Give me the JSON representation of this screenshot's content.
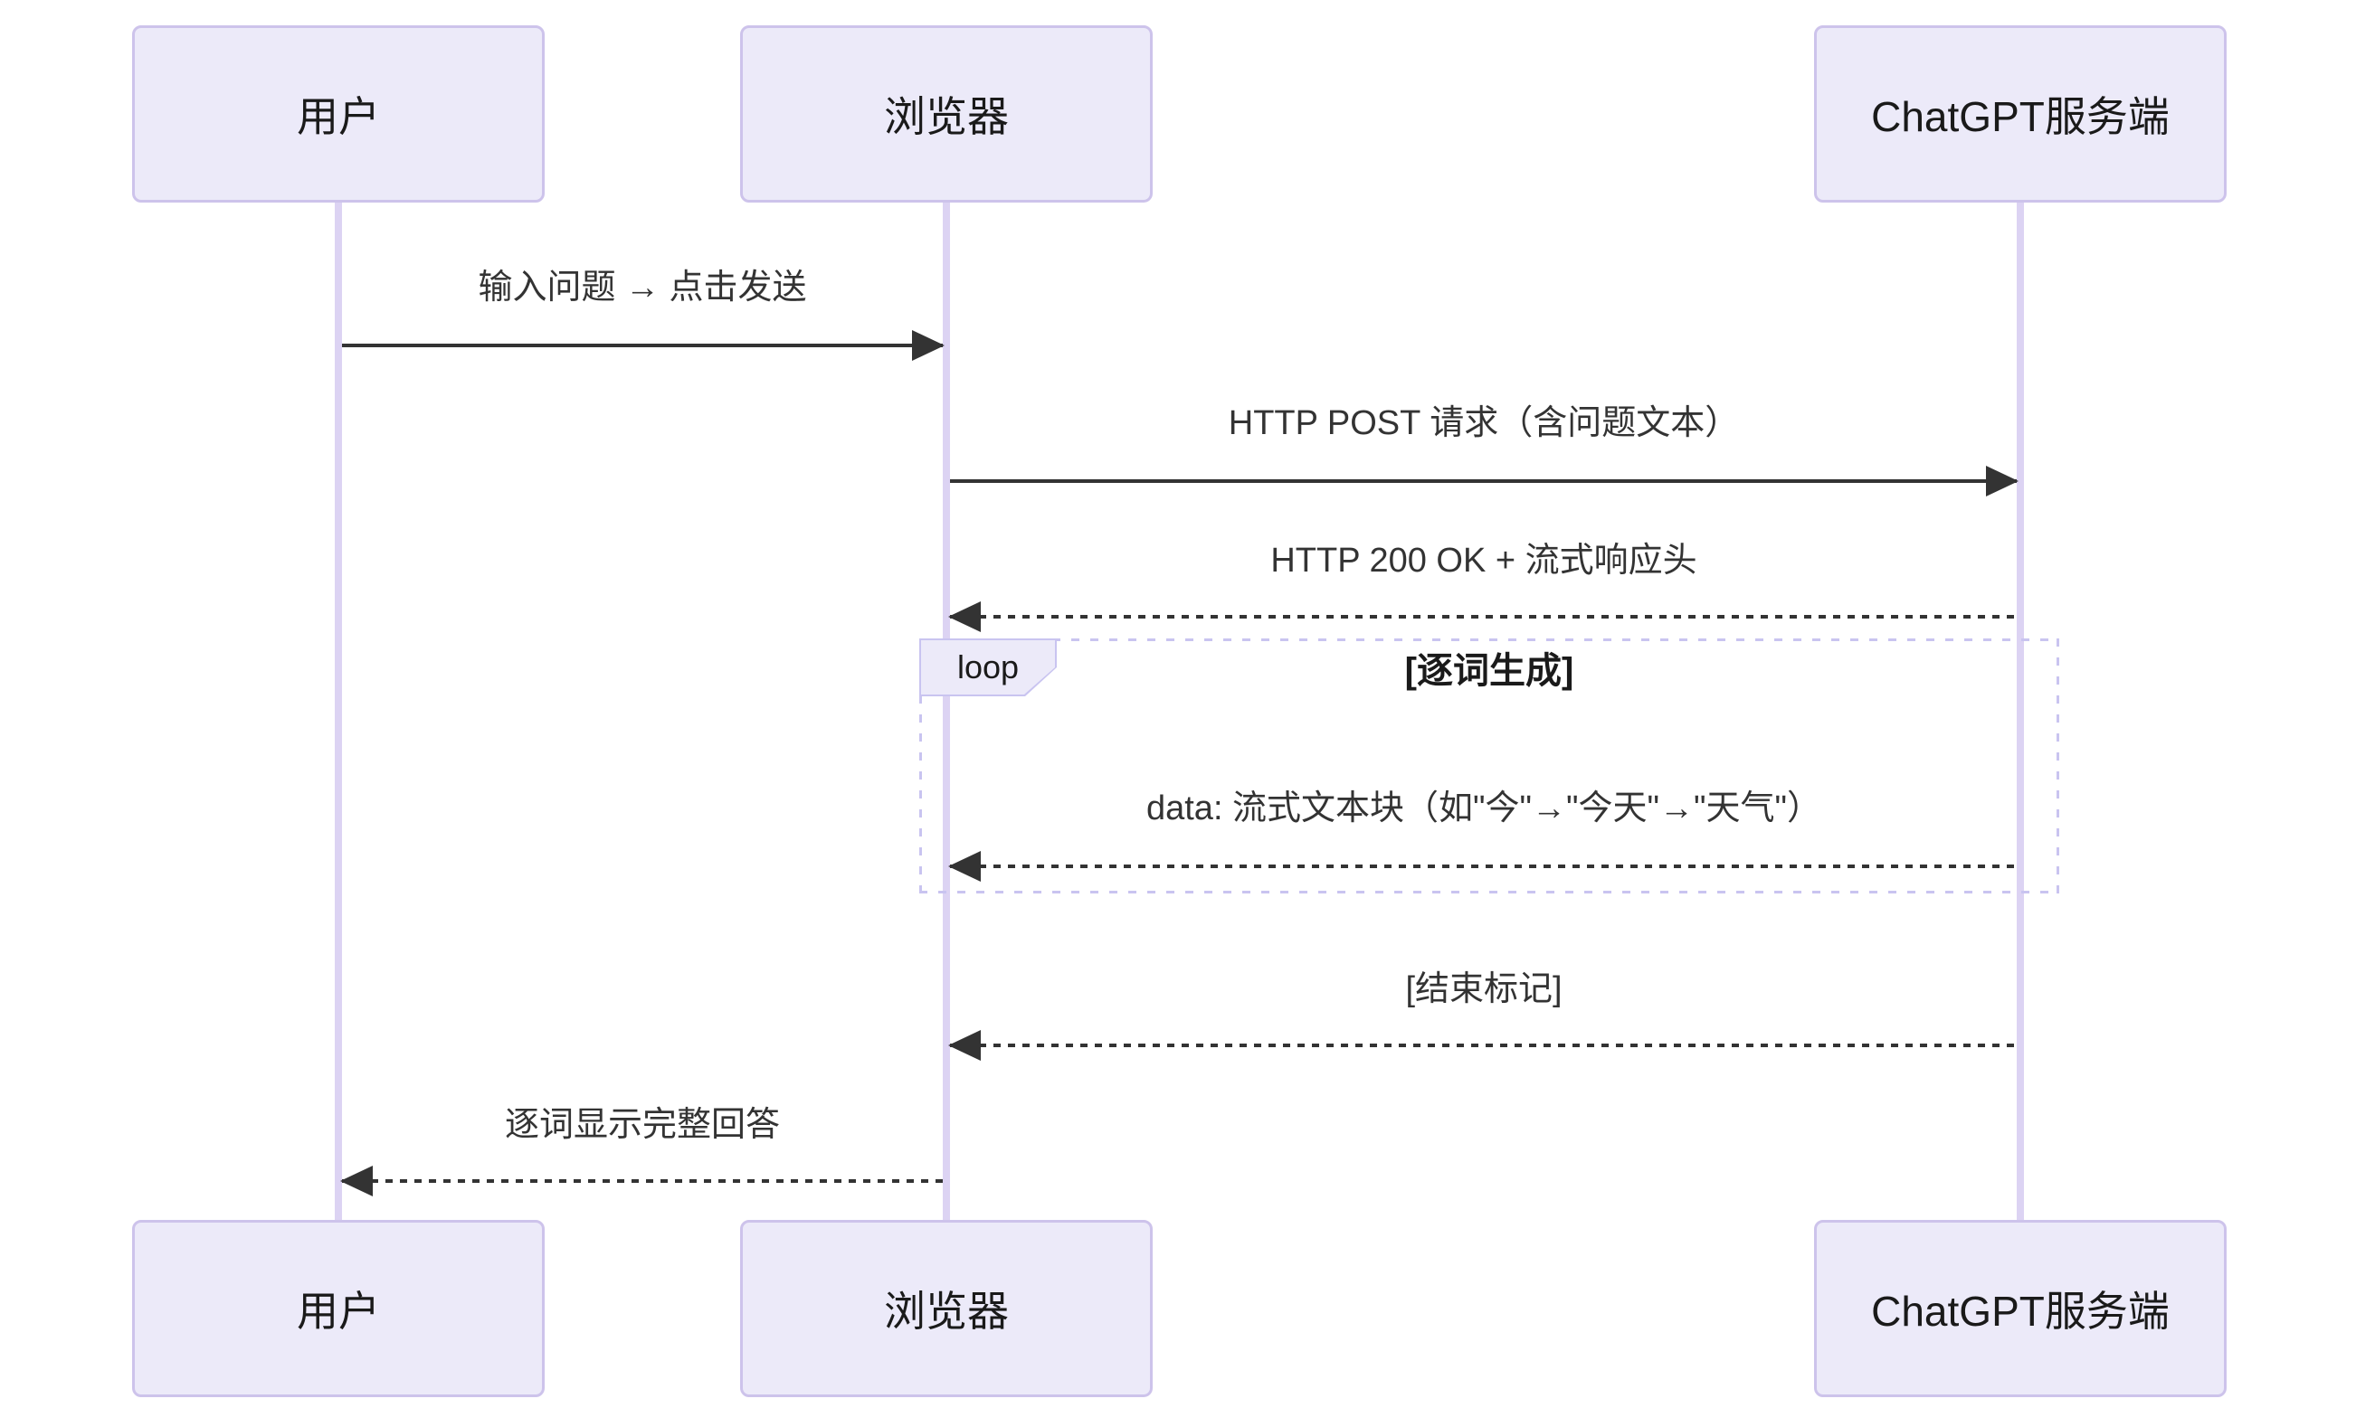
{
  "diagram": {
    "type": "sequence-diagram",
    "actors": [
      {
        "id": "user",
        "label": "用户"
      },
      {
        "id": "browser",
        "label": "浏览器"
      },
      {
        "id": "server",
        "label": "ChatGPT服务端"
      }
    ],
    "messages": [
      {
        "from": "用户",
        "to": "浏览器",
        "text": "输入问题 → 点击发送",
        "line": "solid"
      },
      {
        "from": "浏览器",
        "to": "ChatGPT服务端",
        "text": "HTTP POST 请求（含问题文本）",
        "line": "solid"
      },
      {
        "from": "ChatGPT服务端",
        "to": "浏览器",
        "text": "HTTP 200 OK + 流式响应头",
        "line": "dashed"
      },
      {
        "from": "ChatGPT服务端",
        "to": "浏览器",
        "text": "data: 流式文本块（如\"今\"→\"今天\"→\"天气\"）",
        "line": "dashed",
        "inside_loop": true
      },
      {
        "from": "ChatGPT服务端",
        "to": "浏览器",
        "text": "[结束标记]",
        "line": "dashed"
      },
      {
        "from": "浏览器",
        "to": "用户",
        "text": "逐词显示完整回答",
        "line": "dashed"
      }
    ],
    "loop": {
      "label": "loop",
      "condition": "[逐词生成]"
    },
    "colors": {
      "bg": "#FFFFFF",
      "actor_fill": "#ECEAF9",
      "actor_border": "#CDC3EB",
      "lifeline": "#DCD3F3",
      "loop_border": "#C9C4F0",
      "loop_tab_fill": "#ECEAF9",
      "signal": "#333333",
      "text": "#333333"
    }
  }
}
